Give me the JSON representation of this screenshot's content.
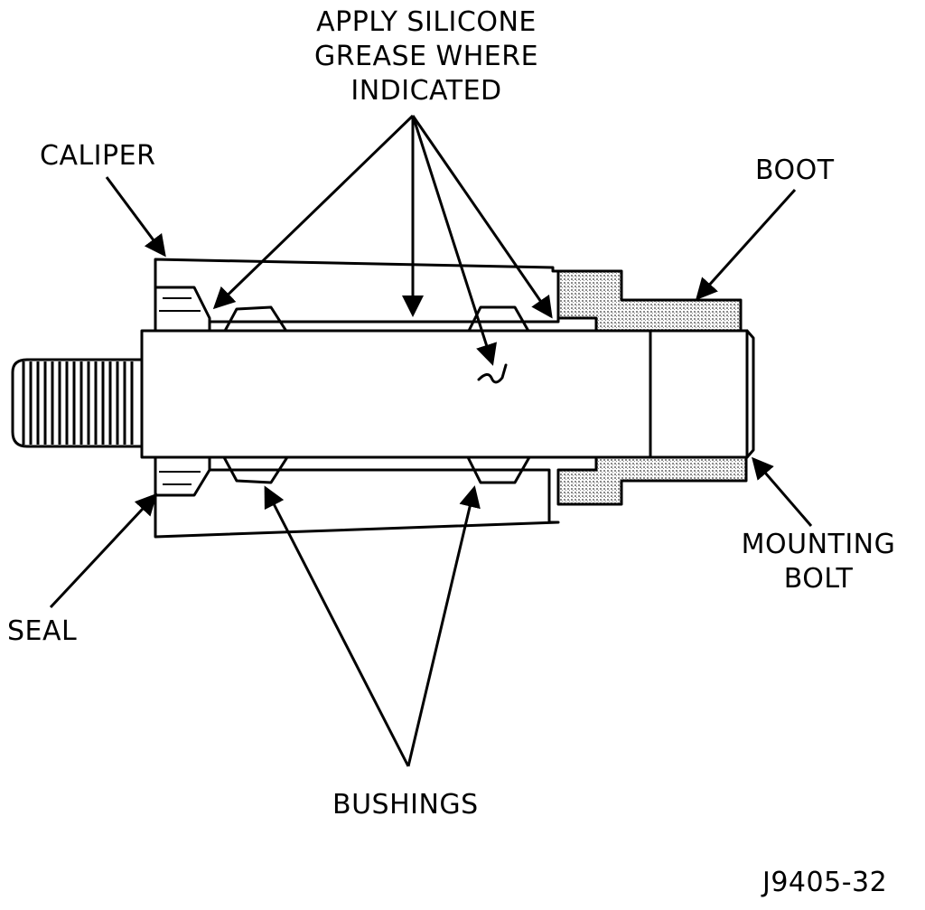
{
  "labels": {
    "grease": [
      "APPLY SILICONE",
      "GREASE WHERE",
      "INDICATED"
    ],
    "caliper": "CALIPER",
    "boot": "BOOT",
    "seal": "SEAL",
    "mounting_bolt": [
      "MOUNTING",
      "BOLT"
    ],
    "bushings": "BUSHINGS",
    "figure_id": "J9405-32"
  },
  "colors": {
    "line": "#000000",
    "background": "#ffffff",
    "boot_stipple": "#bfbfbf"
  }
}
